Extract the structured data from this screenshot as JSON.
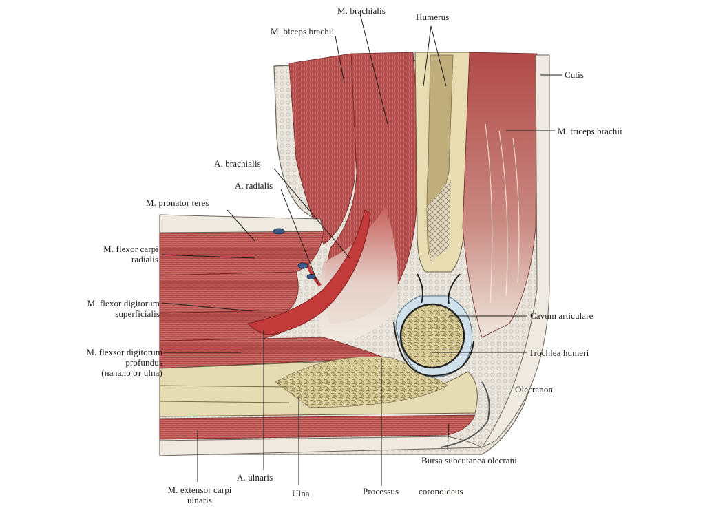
{
  "labels": {
    "m_brachialis": "M. brachialis",
    "humerus": "Humerus",
    "m_biceps_brachii": "M. biceps brachii",
    "cutis": "Cutis",
    "m_triceps_brachii": "M. triceps brachii",
    "a_brachialis": "A. brachialis",
    "a_radialis": "A. radialis",
    "m_pronator_teres": "M. pronator teres",
    "m_flexor_carpi_radialis_1": "M. flexor carpi",
    "m_flexor_carpi_radialis_2": "radialis",
    "m_flexor_dig_superficialis_1": "M. flexor digitorum",
    "m_flexor_dig_superficialis_2": "superficialis",
    "m_flexor_dig_profundus_1": "M. flexsor digitorum",
    "m_flexor_dig_profundus_2": "profundus",
    "m_flexor_dig_profundus_3": "(начало от ulna)",
    "cavum_articulare": "Cavum articulare",
    "trochlea_humeri": "Trochlea humeri",
    "olecranon": "Olecranon",
    "bursa": "Bursa subcutanea olecrani",
    "m_extensor_carpi_ulnaris_1": "M. extensor carpi",
    "m_extensor_carpi_ulnaris_2": "ulnaris",
    "a_ulnaris": "A. ulnaris",
    "ulna": "Ulna",
    "processus": "Processus",
    "coronoideus": "coronoideus"
  },
  "colors": {
    "muscle": "#b8514f",
    "muscle_dark": "#8c2f2e",
    "tendon": "#e9e3d8",
    "bone": "#e6dcb4",
    "marrow": "#c9bb88",
    "fat": "#ece8df",
    "cartilage": "#cfe0ea",
    "artery": "#c23a3a",
    "vein": "#3b5c8a"
  }
}
